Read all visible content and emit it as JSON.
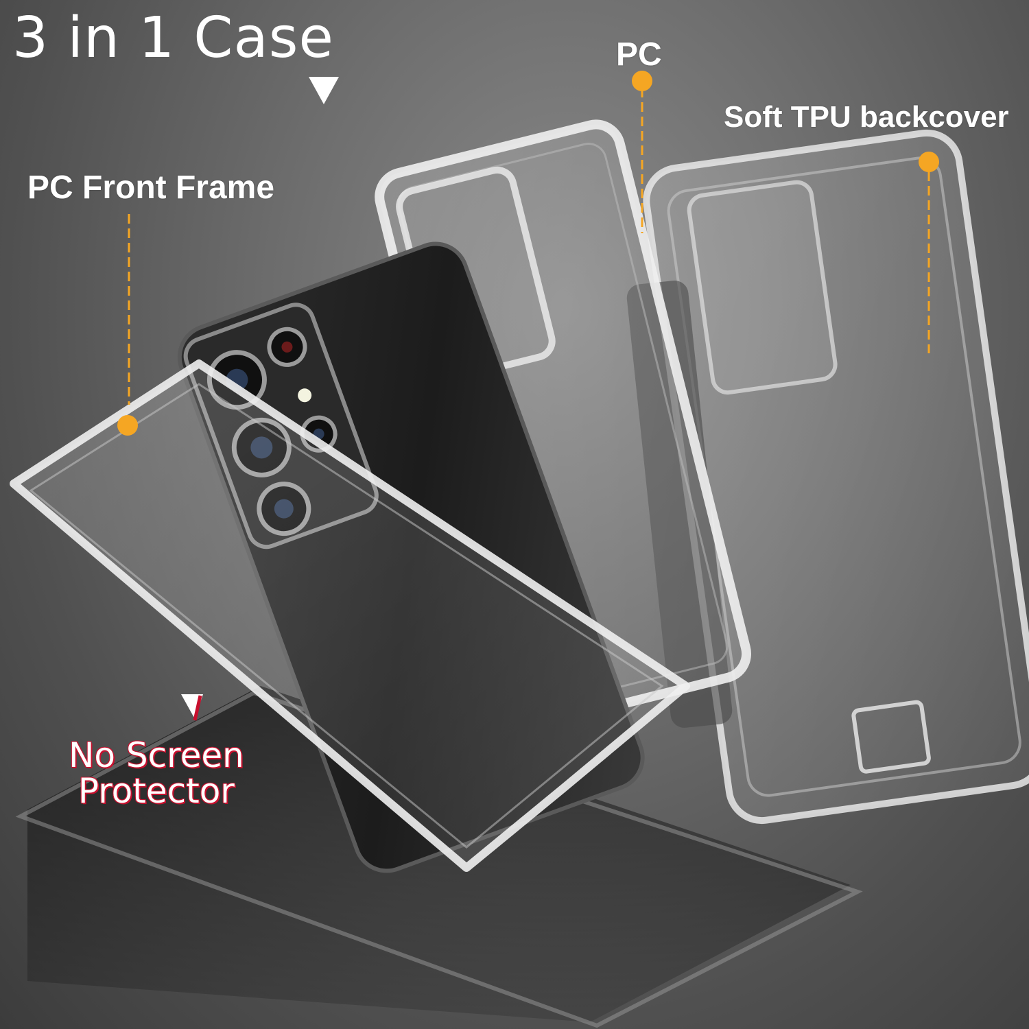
{
  "title": "3 in 1 Case",
  "labels": {
    "front_frame": "PC Front Frame",
    "pc": "PC",
    "tpu": "Soft TPU backcover",
    "no_screen_line1": "No Screen",
    "no_screen_line2": "Protector"
  },
  "colors": {
    "accent": "#f5a623",
    "warning": "#c8102e",
    "text": "#ffffff"
  }
}
